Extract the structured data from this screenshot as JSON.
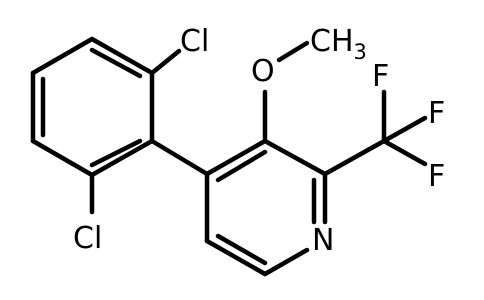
{
  "molecule": {
    "atoms": {
      "cl_top": "Cl",
      "cl_bottom": "Cl",
      "o": "O",
      "methyl_c": "CH",
      "methyl_sub": "3",
      "f_top": "F",
      "f_mid": "F",
      "f_bot": "F",
      "n": "N"
    }
  }
}
